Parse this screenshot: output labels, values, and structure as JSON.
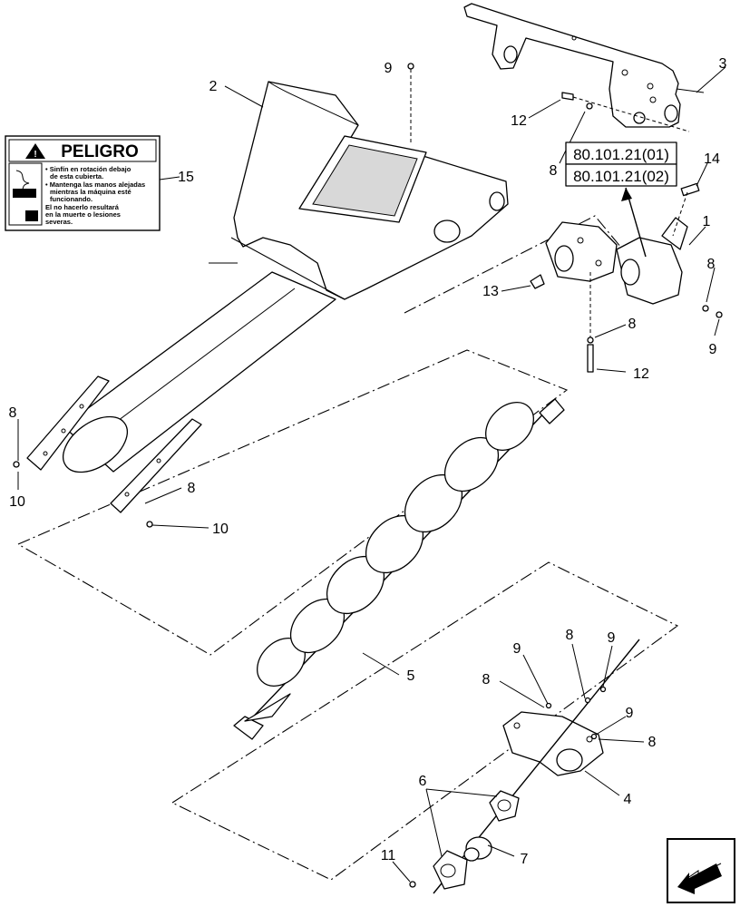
{
  "callouts": {
    "c1": "1",
    "c2": "2",
    "c3": "3",
    "c4": "4",
    "c5": "5",
    "c6": "6",
    "c7": "7",
    "c8a": "8",
    "c8b": "8",
    "c8c": "8",
    "c8d": "8",
    "c8e": "8",
    "c8f": "8",
    "c8g": "8",
    "c8h": "8",
    "c9a": "9",
    "c9b": "9",
    "c9c": "9",
    "c9d": "9",
    "c9e": "9",
    "c10a": "10",
    "c10b": "10",
    "c11": "11",
    "c12a": "12",
    "c12b": "12",
    "c13": "13",
    "c14": "14",
    "c15": "15"
  },
  "references": {
    "ref1": "80.101.21(01)",
    "ref2": "80.101.21(02)"
  },
  "decal": {
    "title": "PELIGRO",
    "line1": "• Sinfín en rotación debajo",
    "line2": "de esta cubierta.",
    "line3": "• Mantenga las manos alejadas",
    "line4": "mientras la máquina esté",
    "line5": "funcionando.",
    "line6": "El no hacerlo resultará",
    "line7": "en la muerte o lesiones",
    "line8": "severas."
  },
  "icons": {
    "nav": "back-arrow-icon",
    "warning": "warning-triangle-icon"
  }
}
